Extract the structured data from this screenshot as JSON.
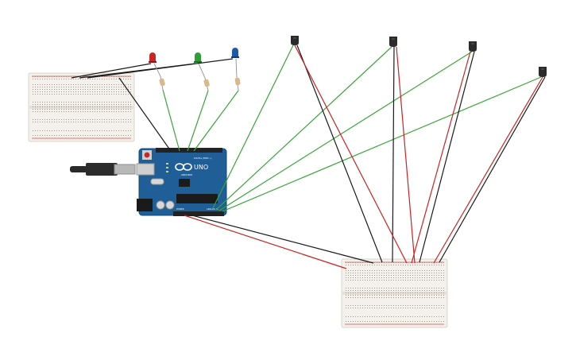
{
  "board": {
    "logo": "UNO",
    "chip_label": "ARDUINO",
    "digital_label": "DIGITAL (PWM ~)",
    "analog_label": "ANALOG IN",
    "power_label": "POWER"
  },
  "colors": {
    "board": "#1f5e96",
    "board_edge": "#174a78",
    "breadboard": "#f4f1ec",
    "breadboard_edge": "#d9d4cb",
    "wire_green": "#3aa53a",
    "wire_black": "#1a1a1a",
    "wire_red": "#cc2222",
    "led_red": "#c62828",
    "led_green": "#2e9e3a",
    "led_blue": "#1e5aa8",
    "sensor": "#2b2b2b"
  },
  "icons": {
    "usb": "usb-b-cable",
    "led": "led-icon",
    "resistor": "resistor-icon",
    "sensor": "temperature-sensor-icon"
  }
}
